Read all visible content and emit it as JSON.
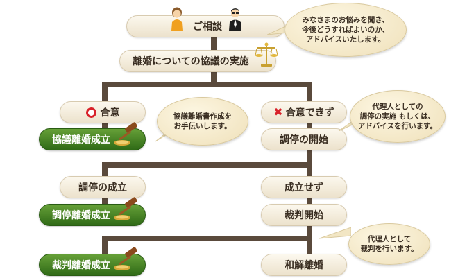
{
  "consultation": {
    "label": "ご相談"
  },
  "negotiation": {
    "label": "離婚についての協議の実施"
  },
  "agree": {
    "label": "合意"
  },
  "disagree": {
    "label": "合意できず"
  },
  "kyogi_rikon": {
    "label": "協議離婚成立"
  },
  "chotei_start": {
    "label": "調停の開始"
  },
  "chotei_success": {
    "label": "調停の成立"
  },
  "chotei_fail": {
    "label": "成立せず"
  },
  "chotei_rikon": {
    "label": "調停離婚成立"
  },
  "saiban_start": {
    "label": "裁判開始"
  },
  "saiban_rikon": {
    "label": "裁判離婚成立"
  },
  "wakai_rikon": {
    "label": "和解離婚"
  },
  "bubbles": {
    "advice": "みなさまのお悩みを聞き、\n今後どうすればよいのか、\nアドバイスいたします。",
    "document": "協議離婚書作成を\nお手伝いします。",
    "mediation": "代理人としての\n調停の実施 もしくは、\nアドバイスを行います。",
    "trial": "代理人として\n裁判を行います。"
  },
  "colors": {
    "connector": "#5a4a3c",
    "box_fill": "#f5eedc",
    "green_fill": "#3f7f22",
    "bubble_fill": "#f6ecce",
    "mark_red": "#d8222a"
  },
  "icons": [
    "people-icon",
    "scales-icon",
    "gavel-icon",
    "circle-mark-icon",
    "cross-mark-icon"
  ]
}
